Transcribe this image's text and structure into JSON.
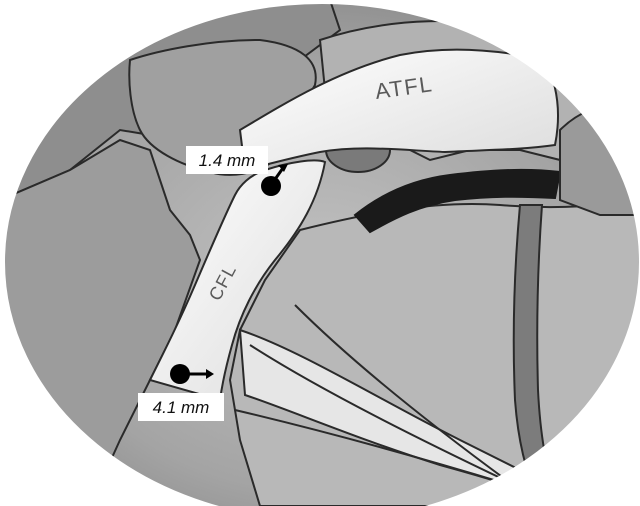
{
  "labels": {
    "atfl": "ATFL",
    "cfl": "CFL"
  },
  "measurements": [
    {
      "id": "upper",
      "text": "1.4 mm"
    },
    {
      "id": "lower",
      "text": "4.1 mm"
    }
  ],
  "colors": {
    "background": "#ffffff",
    "bone_dark": "#8f8f8f",
    "bone_mid": "#a9a9a9",
    "bone_light": "#c6c6c6",
    "ligament": "#f2f2f2",
    "outline": "#2a2a2a",
    "marker": "#000000"
  }
}
